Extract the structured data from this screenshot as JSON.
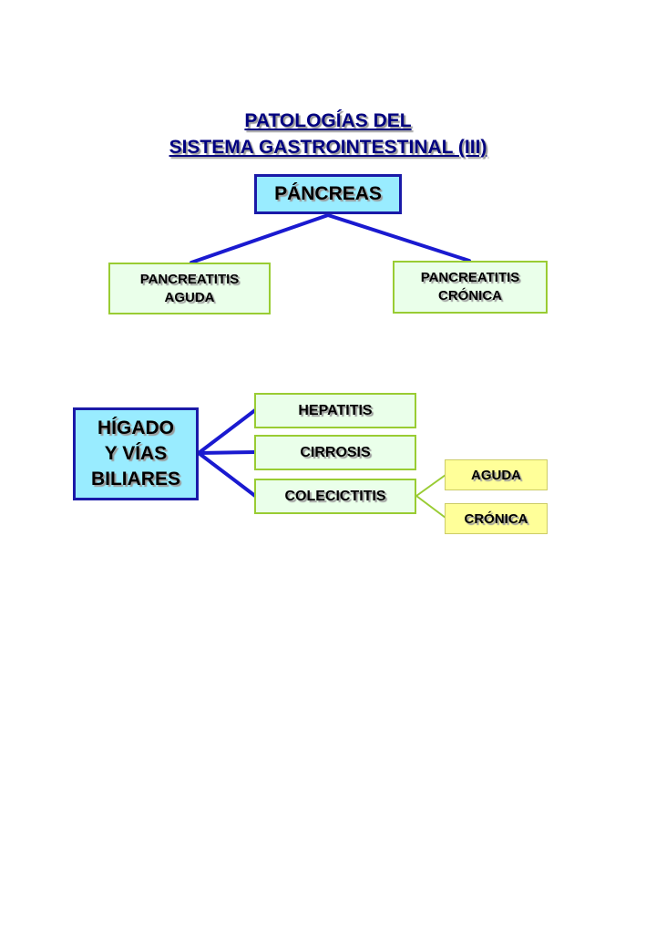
{
  "title": {
    "line1": "PATOLOGÍAS DEL",
    "line2": "SISTEMA GASTROINTESTINAL (III)"
  },
  "pancreas": {
    "label": "PÁNCREAS",
    "children": {
      "aguda": [
        "PANCREATITIS",
        "AGUDA"
      ],
      "cronica": [
        "PANCREATITIS",
        "CRÓNICA"
      ]
    }
  },
  "higado": {
    "label": [
      "HÍGADO",
      "Y VÍAS",
      "BILIARES"
    ],
    "children": {
      "hepatitis": "HEPATITIS",
      "cirrosis": "CIRROSIS",
      "colecictitis": "COLECICTITIS"
    },
    "colecictitis_types": {
      "aguda": "AGUDA",
      "cronica": "CRÓNICA"
    }
  },
  "colors": {
    "title": "#000080",
    "blue_fill": "#99ecff",
    "blue_border": "#1a1aa8",
    "green_fill": "#eaffea",
    "green_border": "#99cc33",
    "yellow_fill": "#ffff99",
    "connector_blue": "#1a1ad0",
    "connector_green": "#99cc33"
  }
}
